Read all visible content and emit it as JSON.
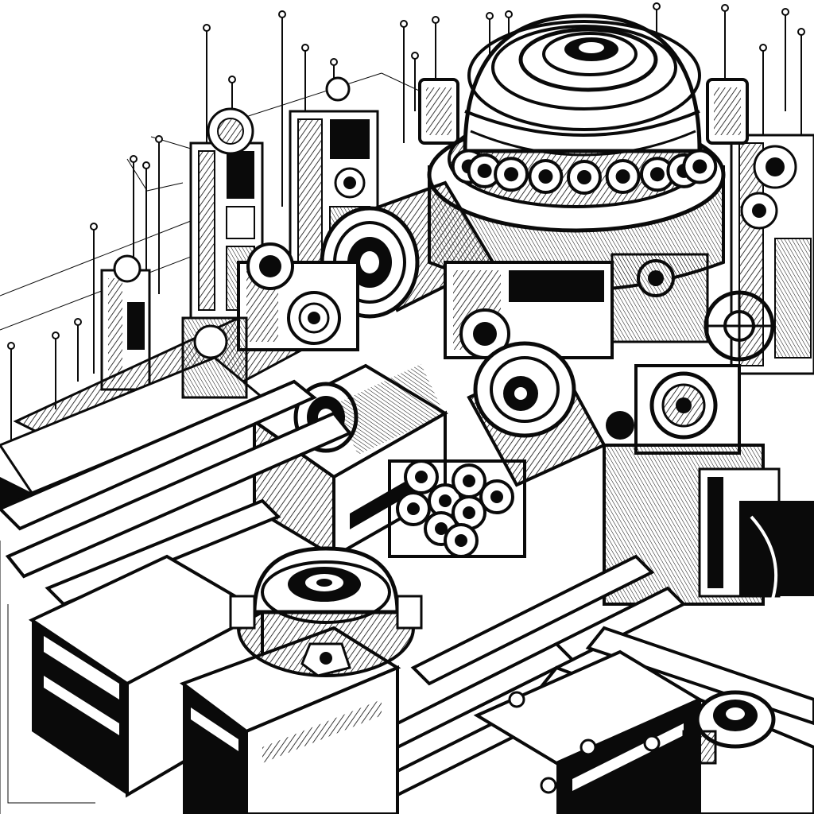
{
  "colors": {
    "ink": "#0a0a0a",
    "paper": "#ffffff",
    "shade": "#d9d9d9"
  },
  "scene": {
    "subject": "isometric-ink-machinery-complex",
    "antenna_count": 18,
    "dome_count": 2,
    "tower_count": 4
  }
}
